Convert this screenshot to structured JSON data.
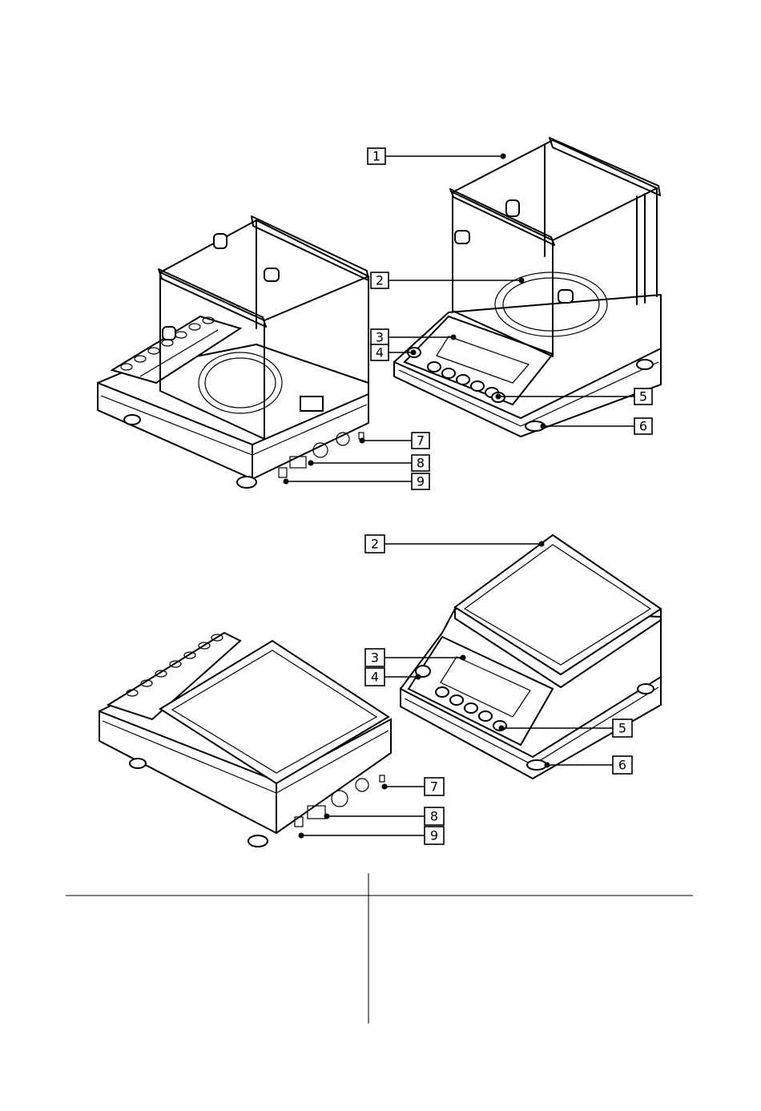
{
  "top_callouts": [
    "1",
    "2",
    "3",
    "4",
    "5",
    "6",
    "7",
    "8",
    "9"
  ],
  "bottom_callouts": [
    "2",
    "3",
    "4",
    "5",
    "6",
    "7",
    "8",
    "9"
  ]
}
